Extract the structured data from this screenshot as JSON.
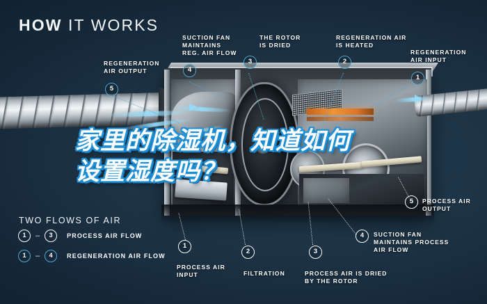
{
  "header": {
    "title_bold": "HOW",
    "title_rest": " IT WORKS"
  },
  "overlay": {
    "line1": "家里的除湿机，知道如何",
    "line2": "设置湿度吗？"
  },
  "callouts": [
    {
      "id": "regeneration-air-output",
      "number": "5",
      "text": "REGENERATION\nAIR OUTPUT",
      "style": "blue"
    },
    {
      "id": "suction-fan-reg-air-flow",
      "number": "4",
      "text": "SUCTION FAN\nMAINTAINS\nREG. AIR FLOW",
      "style": "blue"
    },
    {
      "id": "the-rotor-is-dried",
      "number": "3",
      "text": "THE ROTOR\nIS DRIED",
      "style": "blue"
    },
    {
      "id": "regeneration-air-is-heated",
      "number": "2",
      "text": "REGENERATION AIR\nIS HEATED",
      "style": "blue"
    },
    {
      "id": "regeneration-air-input",
      "number": "1",
      "text": "REGENERATION\nAIR INPUT",
      "style": "blue"
    },
    {
      "id": "process-air-input",
      "number": "1",
      "text": "PROCESS AIR\nINPUT",
      "style": "white"
    },
    {
      "id": "filtration",
      "number": "2",
      "text": "FILTRATION",
      "style": "white"
    },
    {
      "id": "process-air-is-dried-by-the-rotor",
      "number": "3",
      "text": "PROCESS AIR IS DRIED\nBY THE ROTOR",
      "style": "white"
    },
    {
      "id": "suction-fan-process-air-flow",
      "number": "4",
      "text": "SUCTION FAN\nMAINTAINS PROCESS\nAIR FLOW",
      "style": "white"
    },
    {
      "id": "process-air-output",
      "number": "5",
      "text": "PROCESS AIR\nOUTPUT",
      "style": "white"
    }
  ],
  "legend": {
    "title": "TWO FLOWS OF AIR",
    "rows": [
      {
        "from": "1",
        "dash": "–",
        "to": "3",
        "label": "PROCESS AIR FLOW",
        "style": "white"
      },
      {
        "from": "1",
        "dash": "–",
        "to": "4",
        "label": "REGENERATION AIR FLOW",
        "style": "blue"
      }
    ]
  },
  "colors": {
    "background_dark": "#0d2230",
    "background_mid": "#1d3345",
    "accent_blue": "#53a7cf",
    "overlay_outline": "#1f8fd6",
    "heater_orange": "#f09437",
    "text_white": "#ffffff"
  }
}
